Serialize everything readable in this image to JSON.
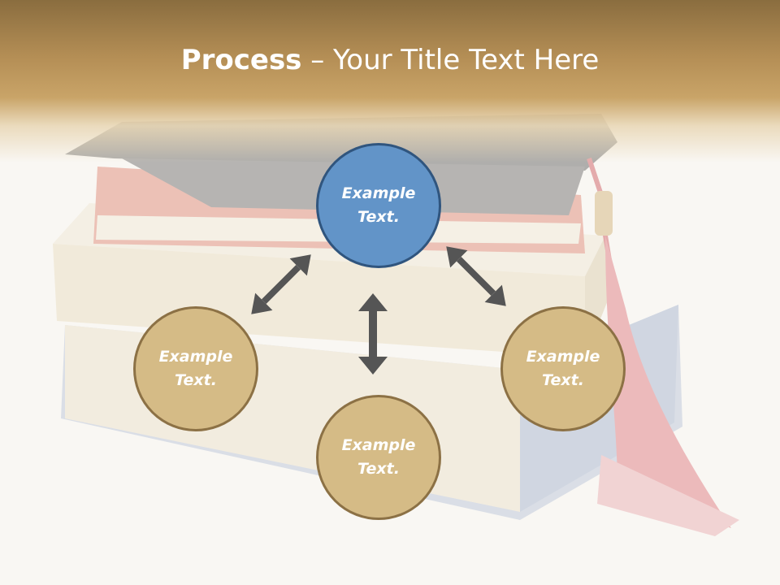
{
  "title": {
    "bold": "Process",
    "rest": " – Your Title Text Here"
  },
  "nodes": {
    "top": {
      "line1": "Example",
      "line2": "Text."
    },
    "left": {
      "line1": "Example",
      "line2": "Text."
    },
    "right": {
      "line1": "Example",
      "line2": "Text."
    },
    "bottom": {
      "line1": "Example",
      "line2": "Text."
    }
  },
  "colors": {
    "header": "#b48e55",
    "top_node_fill": "#6294c8",
    "top_node_border": "#30557e",
    "node_fill": "#d5bb86",
    "node_border": "#8c7145",
    "arrow": "#555555"
  },
  "background_image": "graduation-cap-on-stack-of-books"
}
